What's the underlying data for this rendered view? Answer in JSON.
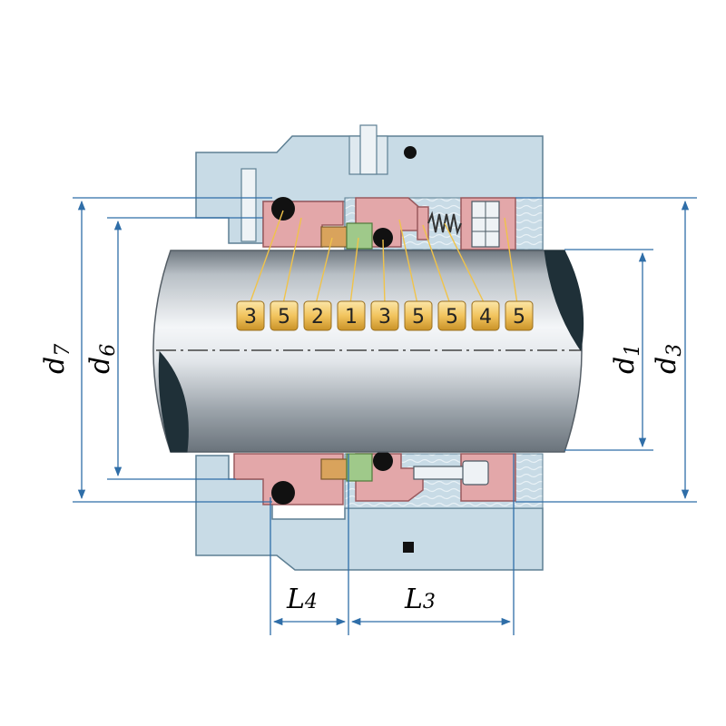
{
  "part_numbers": [
    "3",
    "5",
    "2",
    "1",
    "3",
    "5",
    "5",
    "4",
    "5"
  ],
  "dimensions": {
    "d7": {
      "letter": "d",
      "sub": "7"
    },
    "d6": {
      "letter": "d",
      "sub": "6"
    },
    "d1": {
      "letter": "d",
      "sub": "1"
    },
    "d3": {
      "letter": "d",
      "sub": "3"
    },
    "L4": {
      "letter": "L",
      "sub": "4"
    },
    "L3": {
      "letter": "L",
      "sub": "3"
    }
  },
  "colors": {
    "housing": "#c8dbe6",
    "housing_stroke": "#5d7f93",
    "seal_parts": "#e3a7a9",
    "seal_stroke": "#9a5a5e",
    "shaft_light": "#f1f3f5",
    "shaft_dark": "#7d858c",
    "dimension_line": "#2f6ea8",
    "badge": "#f2c45e",
    "seat_green": "#9fc98a",
    "carbon_tan": "#d9a35c",
    "oring": "#111111"
  }
}
